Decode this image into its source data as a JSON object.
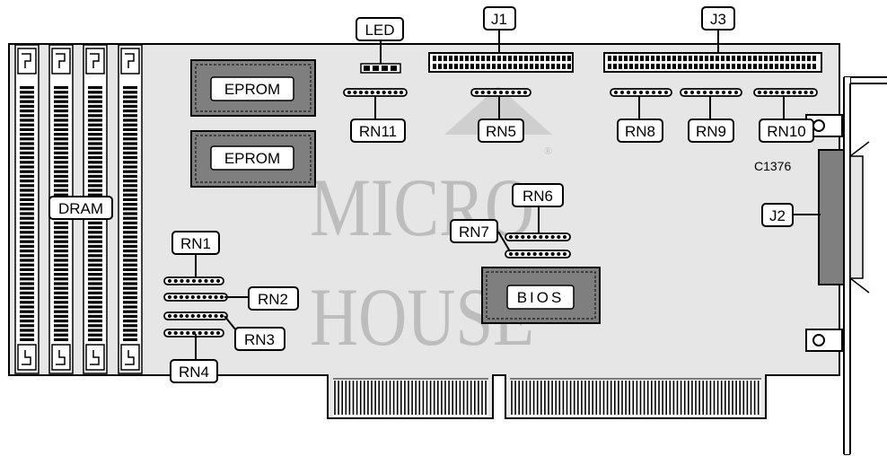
{
  "labels": {
    "led": "LED",
    "j1": "J1",
    "j2": "J2",
    "j3": "J3",
    "eprom_top": "EPROM",
    "eprom_bottom": "EPROM",
    "bios": "BIOS",
    "dram": "DRAM",
    "rn1": "RN1",
    "rn2": "RN2",
    "rn3": "RN3",
    "rn4": "RN4",
    "rn5": "RN5",
    "rn6": "RN6",
    "rn7": "RN7",
    "rn8": "RN8",
    "rn9": "RN9",
    "rn10": "RN10",
    "rn11": "RN11"
  },
  "diagram_code": "C1376",
  "watermark": {
    "line1": "MICRO",
    "line2": "HOUSE",
    "registered_mark": "®"
  },
  "colors": {
    "board_fill": "#e6e6e6",
    "chip_body": "#7f7f7f",
    "chip_label_box": "#ffffff",
    "watermark": "#bdbdbd",
    "outline": "#000000"
  }
}
